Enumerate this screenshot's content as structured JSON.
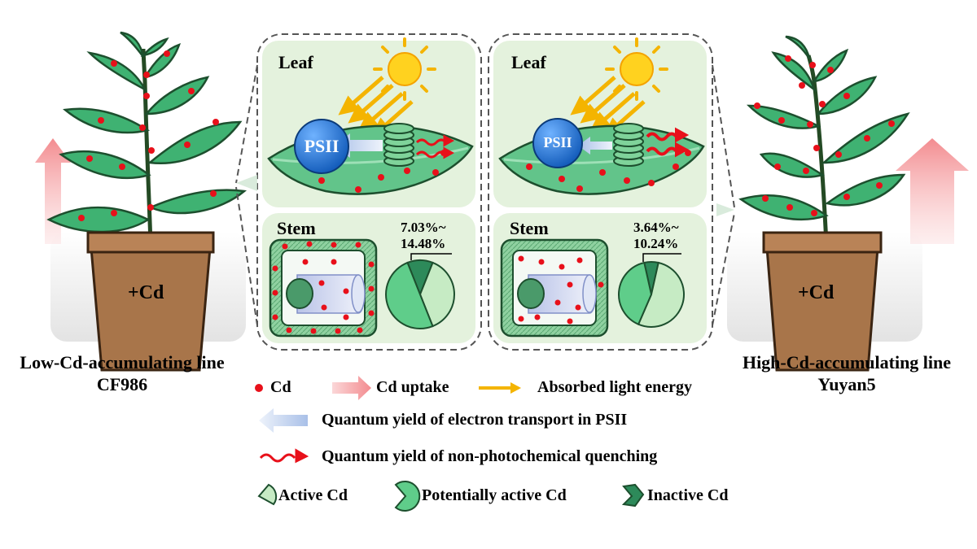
{
  "left_plant": {
    "line1": "Low-Cd-accumulating line",
    "line2": "CF986",
    "pot_label": "+Cd"
  },
  "right_plant": {
    "line1": "High-Cd-accumulating line",
    "line2": "Yuyan5",
    "pot_label": "+Cd"
  },
  "left_panel": {
    "leaf_title": "Leaf",
    "psii_label": "PSII",
    "stem_title": "Stem",
    "pct_line1": "7.03%~",
    "pct_line2": "14.48%",
    "pie_fractions": {
      "active": 0.38,
      "potentially_active": 0.5,
      "inactive": 0.12
    }
  },
  "right_panel": {
    "leaf_title": "Leaf",
    "psii_label": "PSII",
    "stem_title": "Stem",
    "pct_line1": "3.64%~",
    "pct_line2": "10.24%",
    "pie_fractions": {
      "active": 0.53,
      "potentially_active": 0.4,
      "inactive": 0.07
    }
  },
  "legend": {
    "cd": "Cd",
    "cd_uptake": "Cd uptake",
    "absorbed_light": "Absorbed light energy",
    "quantum_electron": "Quantum yield of electron transport in PSII",
    "quantum_npq": "Quantum yield of non-photochemical quenching",
    "active_cd": "Active Cd",
    "potentially_active_cd": "Potentially active Cd",
    "inactive_cd": "Inactive Cd"
  },
  "colors": {
    "cd_dot": "#e8101a",
    "uptake_arrow": "#f6a3a6",
    "light_arrow": "#f4b400",
    "electron_arrow": "#c9d8f0",
    "npq_arrow": "#e8101a",
    "panel_bg": "#e4f2dd",
    "pot": "#a8754a",
    "active": "#c6ebc4",
    "potentially_active": "#5fcd8a",
    "inactive": "#2d8a5a"
  }
}
